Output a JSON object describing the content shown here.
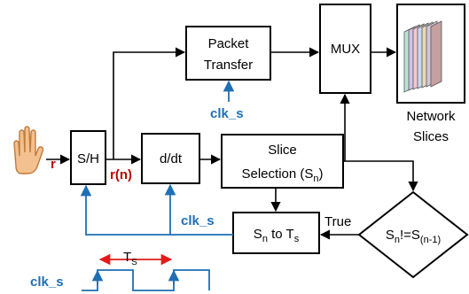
{
  "colors": {
    "accent_blue": "#1f6fb5",
    "accent_red": "#c00000",
    "stroke": "#000000"
  },
  "icons": {
    "hand": "hand-icon",
    "slices": "network-slices-stack-icon"
  },
  "blocks": {
    "sh": "S/H",
    "ddt": "d/dt",
    "packet": [
      "Packet",
      "Transfer"
    ],
    "mux": "MUX",
    "slice_line1": "Slice",
    "slice_line2": "Selection (S",
    "slice_sub": "n",
    "slice_close": ")",
    "sn_s": "S",
    "sn_sub": "n",
    "sn_to": " to T",
    "sn_to_sub": "s",
    "diamond_s1": "S",
    "diamond_sub1": "n",
    "diamond_mid": "!=S",
    "diamond_sub2": "(n-1)",
    "network": [
      "Network",
      "Slices"
    ]
  },
  "signals": {
    "r": "r",
    "rn": "r(n)",
    "clk_top": "clk_s",
    "clk_mid": "clk_s",
    "clk_bottom": "clk_s",
    "true": "True",
    "ts": "T",
    "ts_sub": "S"
  }
}
